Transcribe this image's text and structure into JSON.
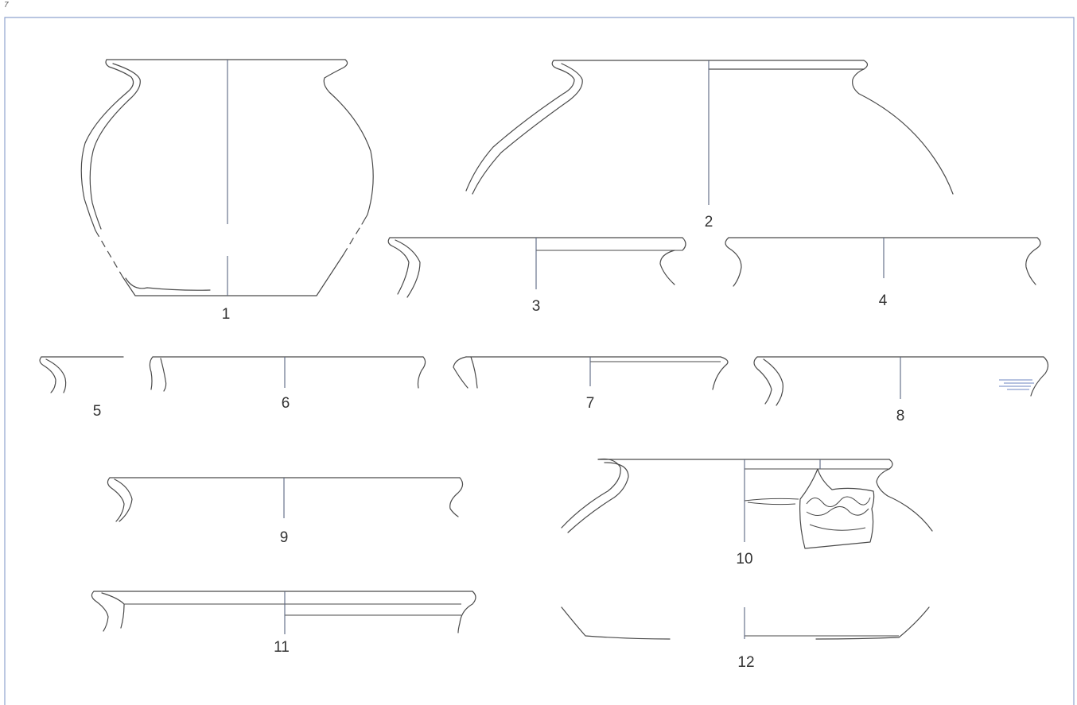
{
  "page": {
    "number": "7"
  },
  "figures": [
    {
      "id": "1",
      "label": "1"
    },
    {
      "id": "2",
      "label": "2"
    },
    {
      "id": "3",
      "label": "3"
    },
    {
      "id": "4",
      "label": "4"
    },
    {
      "id": "5",
      "label": "5"
    },
    {
      "id": "6",
      "label": "6"
    },
    {
      "id": "7",
      "label": "7"
    },
    {
      "id": "8",
      "label": "8"
    },
    {
      "id": "9",
      "label": "9"
    },
    {
      "id": "10",
      "label": "10"
    },
    {
      "id": "11",
      "label": "11"
    },
    {
      "id": "12",
      "label": "12"
    }
  ],
  "colors": {
    "line": "#4a4a4a",
    "axis": "#5a6680",
    "frame": "#8fa3cf",
    "accent": "#6d86c2"
  }
}
